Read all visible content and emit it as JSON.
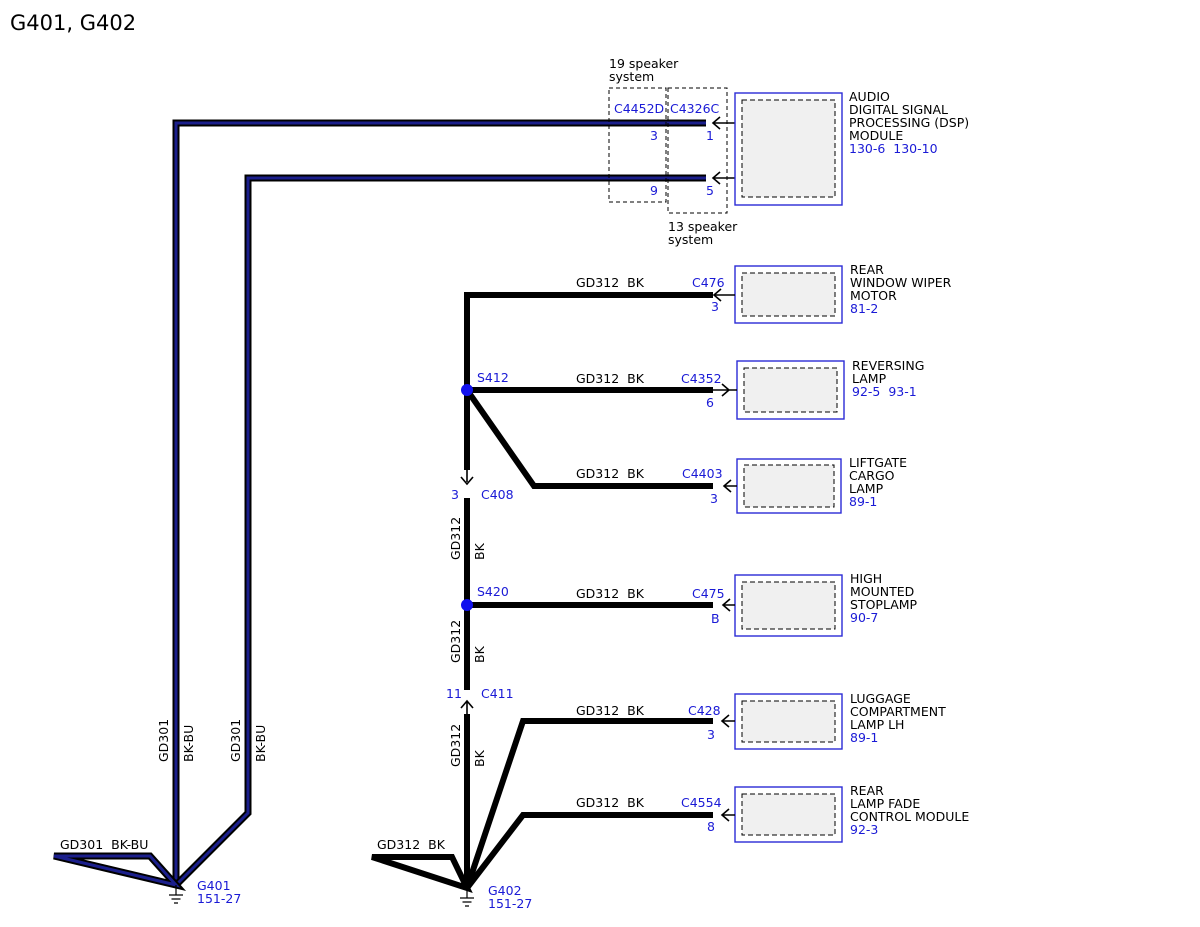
{
  "title": "G401, G402",
  "dsp": {
    "name": [
      "AUDIO",
      "DIGITAL SIGNAL",
      "PROCESSING (DSP)",
      "MODULE"
    ],
    "refs": "130-6  130-10",
    "note19": [
      "19 speaker",
      "system"
    ],
    "note13": [
      "13 speaker",
      "system"
    ],
    "conn19": "C4452D",
    "conn13": "C4326C",
    "pin19_a": "3",
    "pin19_b": "9",
    "pin13_a": "1",
    "pin13_b": "5"
  },
  "components": [
    {
      "id": "rear-window-wiper-motor",
      "name": [
        "REAR",
        "WINDOW WIPER",
        "MOTOR"
      ],
      "refs": "81-2",
      "wire": "GD312  BK",
      "connector": "C476",
      "pin": "3"
    },
    {
      "id": "reversing-lamp",
      "name": [
        "REVERSING",
        "LAMP"
      ],
      "refs": "92-5  93-1",
      "wire": "GD312  BK",
      "connector": "C4352",
      "pin": "6"
    },
    {
      "id": "liftgate-cargo-lamp",
      "name": [
        "LIFTGATE",
        "CARGO",
        "LAMP"
      ],
      "refs": "89-1",
      "wire": "GD312  BK",
      "connector": "C4403",
      "pin": "3"
    },
    {
      "id": "high-mounted-stoplamp",
      "name": [
        "HIGH",
        "MOUNTED",
        "STOPLAMP"
      ],
      "refs": "90-7",
      "wire": "GD312  BK",
      "connector": "C475",
      "pin": "B"
    },
    {
      "id": "luggage-compartment-lamp-lh",
      "name": [
        "LUGGAGE",
        "COMPARTMENT",
        "LAMP LH"
      ],
      "refs": "89-1",
      "wire": "GD312  BK",
      "connector": "C428",
      "pin": "3"
    },
    {
      "id": "rear-lamp-fade-control-module",
      "name": [
        "REAR",
        "LAMP FADE",
        "CONTROL MODULE"
      ],
      "refs": "92-3",
      "wire": "GD312  BK",
      "connector": "C4554",
      "pin": "8"
    }
  ],
  "splices": {
    "s412": "S412",
    "s420": "S420"
  },
  "inline": {
    "c408": {
      "name": "C408",
      "pin": "3"
    },
    "c411": {
      "name": "C411",
      "pin": "11"
    }
  },
  "vertical_wire": {
    "circuit": "GD312",
    "color": "BK"
  },
  "g401": {
    "name": "G401",
    "ref": "151-27",
    "wire_left": "GD301  BK-BU",
    "wire1_circuit": "GD301",
    "wire1_color": "BK-BU",
    "wire2_circuit": "GD301",
    "wire2_color": "BK-BU"
  },
  "g402": {
    "name": "G402",
    "ref": "151-27",
    "wire_left": "GD312  BK"
  },
  "colors": {
    "label_blue": "#1a1ad6",
    "component_border": "#2b2bd6",
    "blue_wire": "#1b1f8c",
    "splice_dot": "#1111ee"
  }
}
